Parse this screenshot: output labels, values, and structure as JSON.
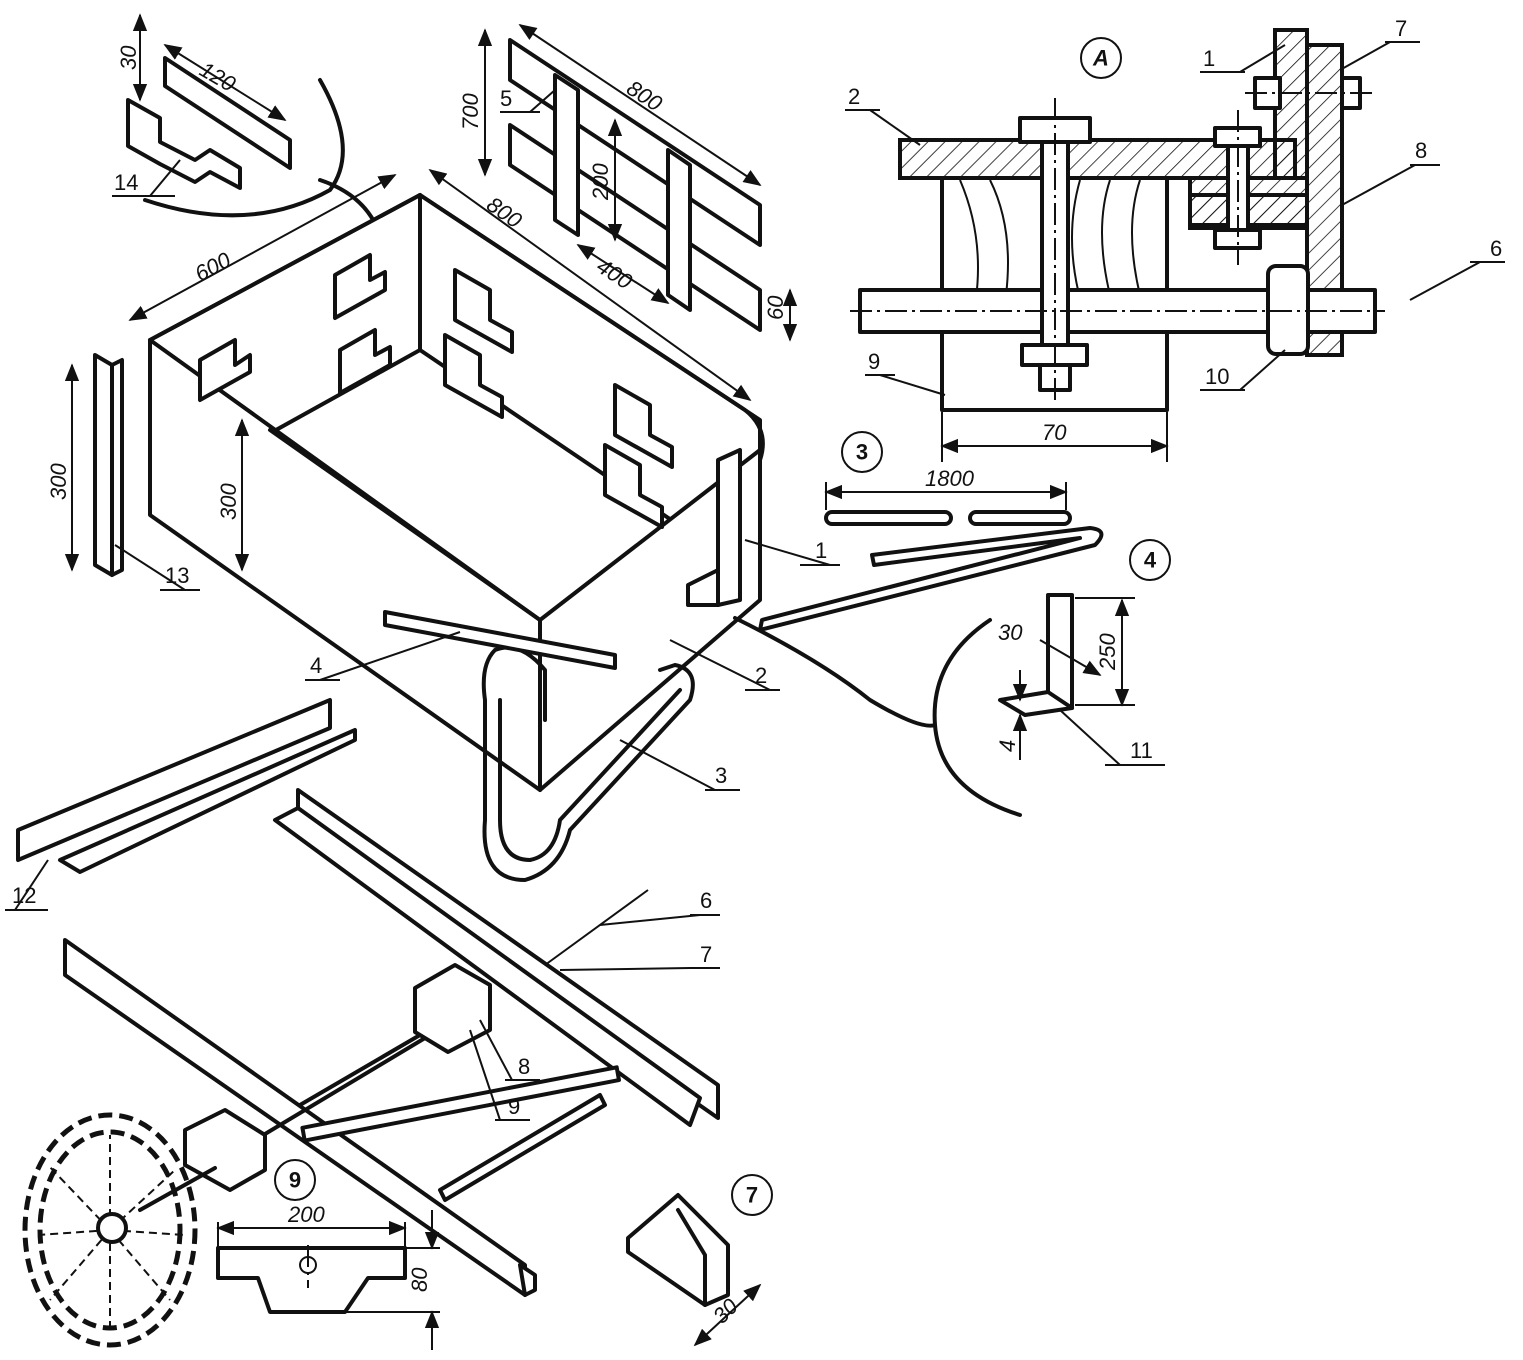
{
  "dimensions": {
    "bracket_length": "120",
    "bracket_width": "30",
    "side_width": "600",
    "box_length": "800",
    "side_height": "300",
    "strip_height": "300",
    "board_length": "800",
    "board_height": "700",
    "board_gap": "200",
    "board_spacing": "400",
    "board_width": "60",
    "block_width": "70",
    "rod_length": "1800",
    "corner_width": "30",
    "corner_height": "250",
    "corner_thickness": "4",
    "block_length": "200",
    "block_height": "80",
    "angle_size": "30"
  },
  "part_labels": {
    "p1": "1",
    "p2": "2",
    "p3": "3",
    "p4": "4",
    "p5": "5",
    "p6": "6",
    "p7": "7",
    "p8": "8",
    "p9": "9",
    "p12": "12",
    "p13": "13",
    "p14": "14",
    "a1": "1",
    "a2": "2",
    "a6": "6",
    "a7": "7",
    "a8": "8",
    "a9": "9",
    "a10": "10",
    "c11": "11"
  },
  "callouts": {
    "detail_a": "A",
    "detail_3": "3",
    "detail_4": "4",
    "detail_9": "9",
    "detail_7": "7"
  }
}
